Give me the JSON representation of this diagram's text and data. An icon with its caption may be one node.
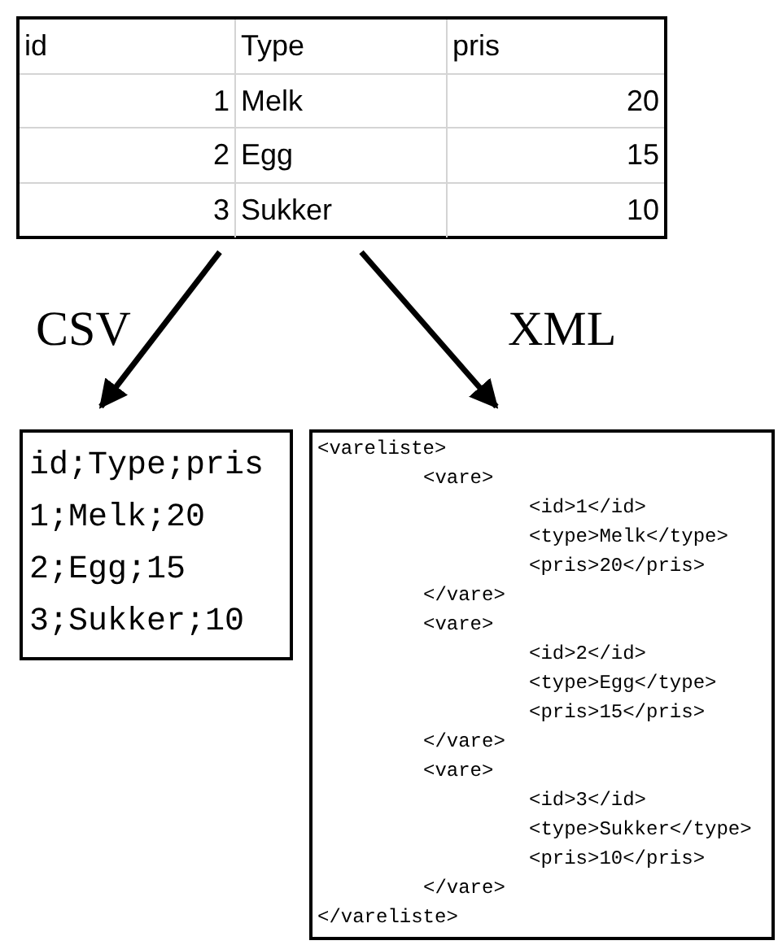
{
  "diagram": {
    "nodes": [
      {
        "text": [
          "id",
          "Type",
          "pris",
          "1",
          "Melk",
          "20",
          "2",
          "Egg",
          "15",
          "3",
          "Sukker",
          "10"
        ]
      },
      {
        "text": [
          "id;Type;pris",
          "1;Melk;20",
          "2;Egg;15",
          "3;Sukker;10"
        ]
      },
      {
        "text": [
          "<vareliste>",
          "<vare>",
          "<id>1</id>",
          "<type>Melk</type>",
          "<pris>20</pris>",
          "</vare>",
          "<vare>",
          "<id>2</id>",
          "<type>Egg</type>",
          "<pris>15</pris>",
          "</vare>",
          "<vare>",
          "<id>3</id>",
          "<type>Sukker</type>",
          "<pris>10</pris>",
          "</vare>",
          "</vareliste>"
        ]
      }
    ],
    "edges": [
      {
        "from": 0,
        "to": 1,
        "arrow": "to",
        "label": "CSV"
      },
      {
        "from": 0,
        "to": 2,
        "arrow": "to",
        "label": "XML"
      }
    ]
  }
}
